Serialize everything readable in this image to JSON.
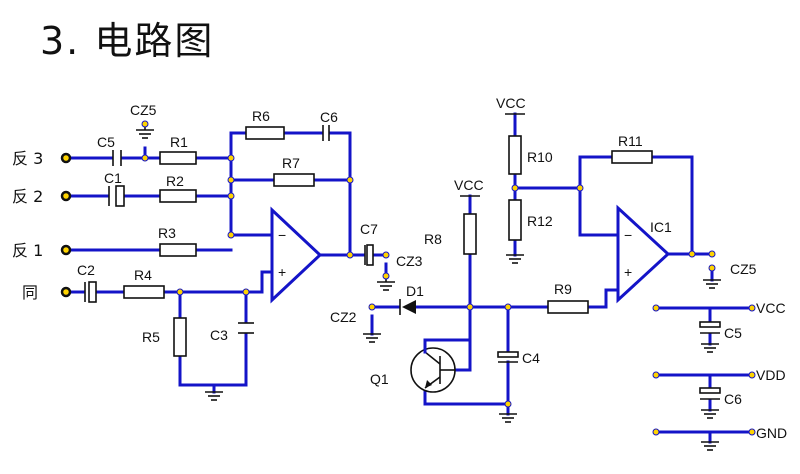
{
  "title": "3. 电路图",
  "labels": {
    "in3": "反 3",
    "in2": "反 2",
    "in1": "反 1",
    "same": "同",
    "c1": "C1",
    "c2": "C2",
    "c3": "C3",
    "c4": "C4",
    "c5": "C5",
    "c6": "C6",
    "c7": "C7",
    "r1": "R1",
    "r2": "R2",
    "r3": "R3",
    "r4": "R4",
    "r5": "R5",
    "r6": "R6",
    "r7": "R7",
    "r8": "R8",
    "r9": "R9",
    "r10": "R10",
    "r11": "R11",
    "r12": "R12",
    "cz2": "CZ2",
    "cz3": "CZ3",
    "cz5a": "CZ5",
    "cz5b": "CZ5",
    "d1": "D1",
    "q1": "Q1",
    "ic1": "IC1",
    "vcc1": "VCC",
    "vcc2": "VCC",
    "vcc3": "VCC",
    "vdd": "VDD",
    "gnd": "GND",
    "c5b": "C5",
    "c6b": "C6"
  }
}
